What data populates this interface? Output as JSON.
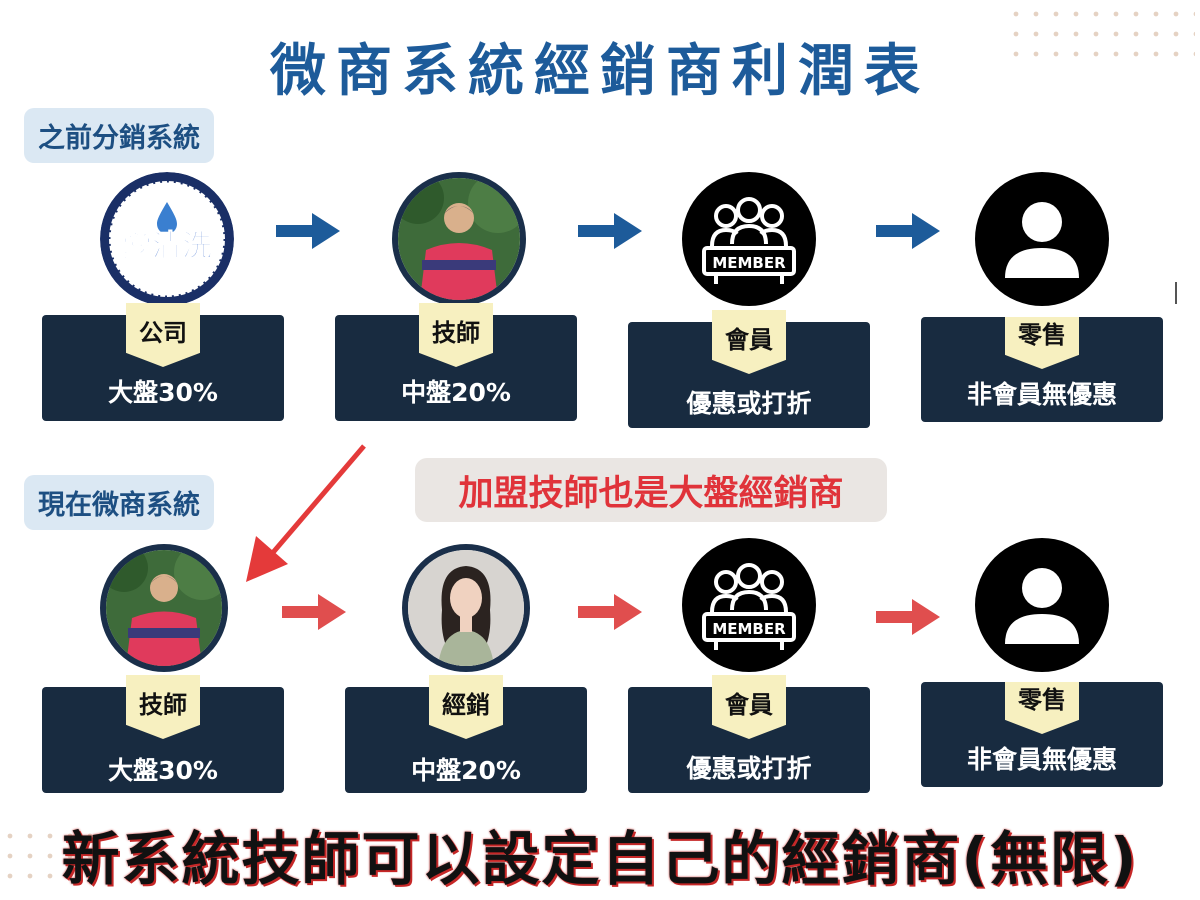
{
  "title": "微商系統經銷商利潤表",
  "colors": {
    "title": "#1d5b9a",
    "card_bg": "#182b40",
    "tag_bg": "#f7f0c0",
    "arrow_blue": "#1d5b9a",
    "arrow_red": "#e04e4e",
    "callout_text": "#e0333a"
  },
  "before": {
    "label": "之前分銷系統",
    "nodes": [
      {
        "icon": "ai-qing-xi-logo",
        "logo_text": "愛清洗",
        "tag": "公司",
        "text": "大盤30%"
      },
      {
        "icon": "technician-photo",
        "tag": "技師",
        "text": "中盤20%"
      },
      {
        "icon": "member-icon",
        "icon_text": "MEMBER",
        "tag": "會員",
        "text": "優惠或打折"
      },
      {
        "icon": "user-icon",
        "tag": "零售",
        "text": "非會員無優惠"
      }
    ]
  },
  "after": {
    "label": "現在微商系統",
    "nodes": [
      {
        "icon": "technician-photo",
        "tag": "技師",
        "text": "大盤30%"
      },
      {
        "icon": "distributor-photo",
        "tag": "經銷",
        "text": "中盤20%"
      },
      {
        "icon": "member-icon",
        "icon_text": "MEMBER",
        "tag": "會員",
        "text": "優惠或打折"
      },
      {
        "icon": "user-icon",
        "tag": "零售",
        "text": "非會員無優惠"
      }
    ]
  },
  "callout": "加盟技師也是大盤經銷商",
  "footer": "新系統技師可以設定自己的經銷商(無限)"
}
